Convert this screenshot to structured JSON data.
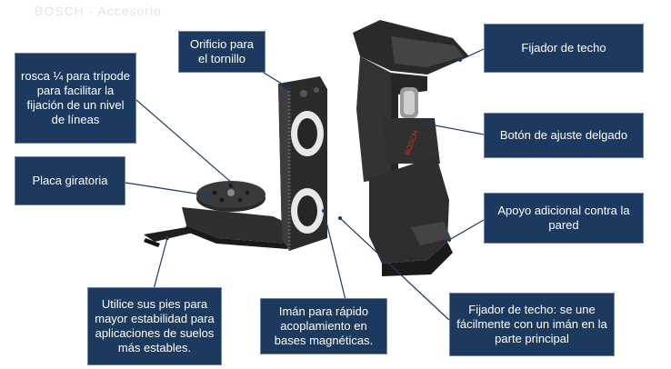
{
  "watermark": "BOSCH · Accesorio",
  "callouts": {
    "screw_hole": "Orificio para el tornillo",
    "tripod_thread": "rosca ¼ para trípode para facilitar la fijación de un nivel de líneas",
    "rotating_plate": "Placa giratoria",
    "feet": "Utilice sus pies para mayor estabilidad para aplicaciones de suelos más estables.",
    "magnet": "Imán para rápido acoplamiento en bases magnéticas.",
    "ceiling_clip": "Fijador de techo",
    "adjust_button": "Botón de ajuste delgado",
    "wall_support": "Apoyo adicional contra la pared",
    "ceiling_clip_magnet": "Fijador de techo: se une fácilmente con un imán en la parte principal"
  },
  "brand_on_product": "BOSCH",
  "colors": {
    "callout_bg": "#1c3a60",
    "callout_border": "#6f87a8",
    "leader_line": "#1c3a60",
    "product_dark": "#2b2b2b",
    "ring_white": "#e8e8e8"
  }
}
